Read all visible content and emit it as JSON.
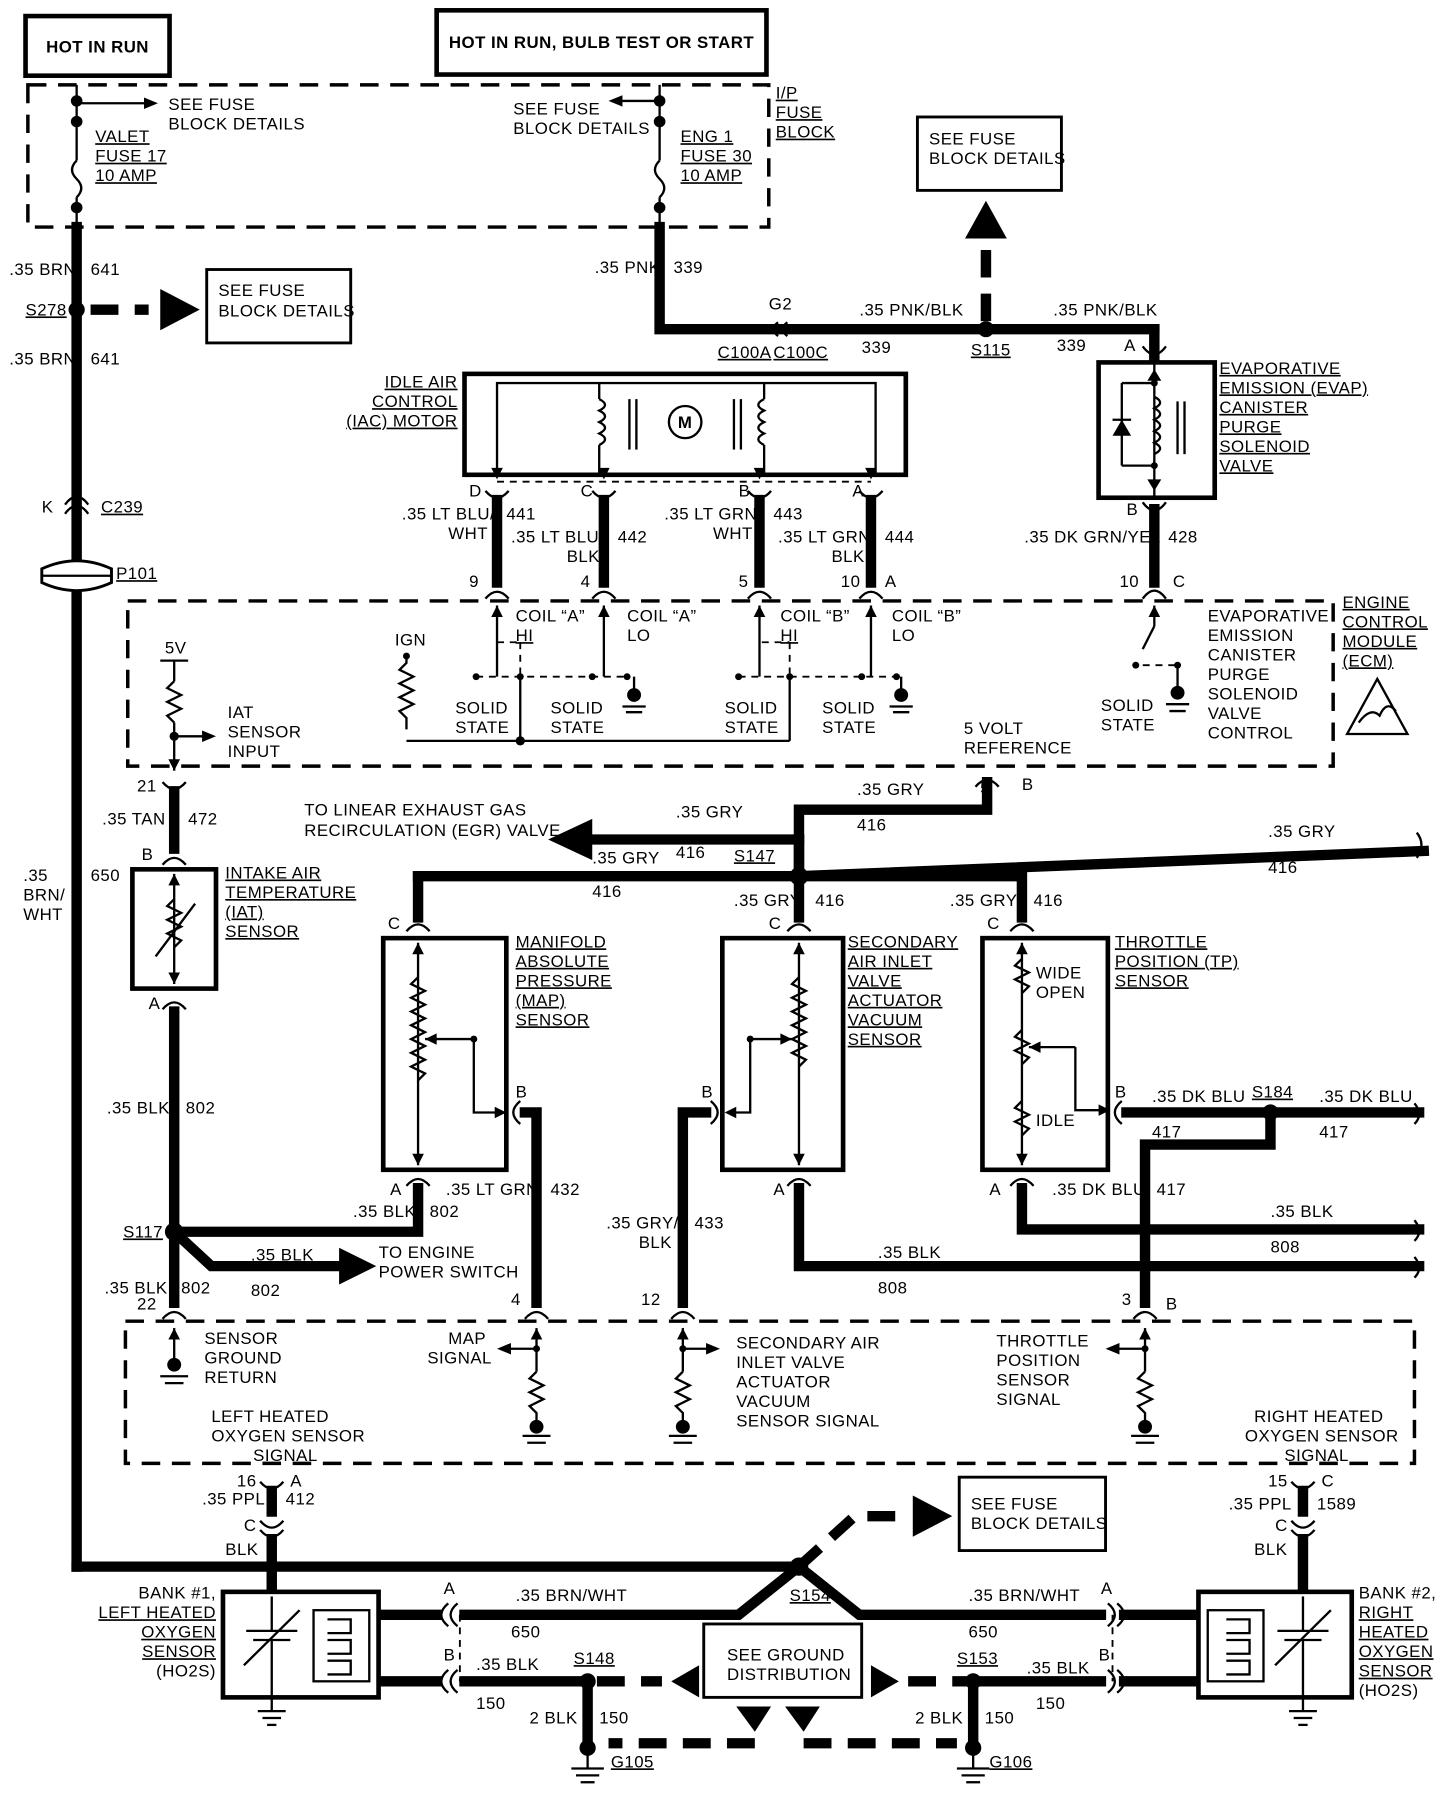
{
  "headers": {
    "hot_in_run": "HOT IN RUN",
    "hot_in_run_bulb": "HOT IN RUN, BULB TEST OR START"
  },
  "fuse_block": {
    "see_fuse_1": "SEE FUSE",
    "see_fuse_1b": "BLOCK DETAILS",
    "see_fuse_2": "SEE FUSE",
    "see_fuse_2b": "BLOCK DETAILS",
    "valet_1": "VALET",
    "valet_2": "FUSE 17",
    "valet_3": "10 AMP",
    "eng_1": "ENG 1",
    "eng_2": "FUSE 30",
    "eng_3": "10 AMP",
    "ip_1": "I/P",
    "ip_2": "FUSE",
    "ip_3": "BLOCK"
  },
  "boxes": {
    "see_fuse_a1": "SEE FUSE",
    "see_fuse_a2": "BLOCK DETAILS",
    "see_fuse_b1": "SEE FUSE",
    "see_fuse_b2": "BLOCK DETAILS",
    "see_fuse_c1": "SEE FUSE",
    "see_fuse_c2": "BLOCK DETAILS",
    "ground_1": "SEE GROUND",
    "ground_2": "DISTRIBUTION"
  },
  "wires": {
    "w_35brn_1": ".35 BRN",
    "n641_1": "641",
    "w_35brn_2": ".35 BRN",
    "n641_2": "641",
    "w_35pnk": ".35 PNK",
    "n339_1": "339",
    "w_35pnkblk_1": ".35 PNK/BLK",
    "n339_2": "339",
    "w_35pnkblk_2": ".35 PNK/BLK",
    "n339_3": "339",
    "w_ltblu_wht_1": ".35 LT BLU/",
    "w_ltblu_wht_2": "WHT",
    "n441": "441",
    "w_ltblu_blk_1": ".35 LT BLU/",
    "w_ltblu_blk_2": "BLK",
    "n442": "442",
    "w_ltgrn_wht_1": ".35 LT GRN/",
    "w_ltgrn_wht_2": "WHT",
    "n443": "443",
    "w_ltgrn_blk_1": ".35 LT GRN/",
    "w_ltgrn_blk_2": "BLK",
    "n444": "444",
    "w_dkgrnyel": ".35 DK GRN/YEL",
    "n428": "428",
    "w_35tan": ".35 TAN",
    "n472": "472",
    "w_35_a": ".35",
    "w_brn_a": "BRN/",
    "w_wht_a": "WHT",
    "n650_a": "650",
    "w_gry_1": ".35 GRY",
    "n416_1": "416",
    "w_gry_2": ".35 GRY",
    "n416_2": "416",
    "w_gry_3": ".35 GRY",
    "n416_3": "416",
    "w_gry_4": ".35 GRY",
    "n416_4": "416",
    "w_gry_5": ".35 GRY",
    "n416_5": "416",
    "w_gry_6": ".35 GRY",
    "n416_6": "416",
    "w_blk_802_a": ".35 BLK",
    "n802_a": "802",
    "w_blk_802_b": ".35 BLK",
    "n802_b": "802",
    "w_blk_802_c": ".35 BLK",
    "n802_c": "802",
    "w_blk_802_d": ".35 BLK",
    "n802_d": "802",
    "w_ltgrn": ".35 LT GRN",
    "n432": "432",
    "w_gryblk_1": ".35 GRY/",
    "w_gryblk_2": "BLK",
    "n433": "433",
    "w_blk_808_a": ".35 BLK",
    "n808_a": "808",
    "w_blk_808_b": ".35 BLK",
    "n808_b": "808",
    "w_dkblu_1": ".35 DK BLU",
    "n417_1": "417",
    "w_dkblu_2": ".35 DK BLU",
    "n417_2": "417",
    "w_dkblu_3": ".35 DK BLU",
    "n417_3": "417",
    "w_ppl_1": ".35 PPL",
    "n412": "412",
    "w_ppl_2": ".35 PPL",
    "n1589": "1589",
    "w_brnwht_1": ".35 BRN/WHT",
    "n650_b": "650",
    "w_brnwht_2": ".35 BRN/WHT",
    "n650_c": "650",
    "w_blk150_1": ".35 BLK",
    "n150_1": "150",
    "w_blk150_2": ".35 BLK",
    "n150_2": "150",
    "w_2blk_1": "2 BLK",
    "n150_3": "150",
    "w_2blk_2": "2 BLK",
    "n150_4": "150",
    "blk_l": "BLK",
    "blk_r": "BLK"
  },
  "splices": {
    "s278": "S278",
    "s115": "S115",
    "s147": "S147",
    "s117": "S117",
    "s184": "S184",
    "s154": "S154",
    "s148": "S148",
    "s153": "S153",
    "g105": "G105",
    "g106": "G106",
    "c239": "C239",
    "p101": "P101",
    "g2": "G2",
    "c100a": "C100A",
    "c100c": "C100C"
  },
  "pins": {
    "k": "K",
    "a_evap": "A",
    "b_evap": "B",
    "d": "D",
    "c": "C",
    "b": "B",
    "a": "A",
    "p9": "9",
    "p4": "4",
    "p5": "5",
    "p10": "10",
    "pa": "A",
    "p10b": "10",
    "pc": "C",
    "p21": "21",
    "pb_iat": "B",
    "pa_iat": "A",
    "p5b": "5",
    "pb5": "B",
    "pc_map": "C",
    "pb_map": "B",
    "pa_map": "A",
    "pc_sec": "C",
    "pb_sec": "B",
    "pa_sec": "A",
    "pc_tp": "C",
    "pb_tp": "B",
    "pa_tp": "A",
    "p22": "22",
    "p4b": "4",
    "p12": "12",
    "p3": "3",
    "pB3": "B",
    "p16": "16",
    "pA16": "A",
    "pC16": "C",
    "p15": "15",
    "pC15": "C",
    "pC15b": "C",
    "pA_l": "A",
    "pB_l": "B",
    "pA_r": "A",
    "pB_r": "B"
  },
  "components": {
    "iac_1": "IDLE AIR",
    "iac_2": "CONTROL",
    "iac_3": "(IAC) MOTOR",
    "motor": "M",
    "evap_1": "EVAPORATIVE",
    "evap_2": "EMISSION (EVAP)",
    "evap_3": "CANISTER",
    "evap_4": "PURGE",
    "evap_5": "SOLENOID",
    "evap_6": "VALVE",
    "ecm_1": "ENGINE",
    "ecm_2": "CONTROL",
    "ecm_3": "MODULE",
    "ecm_4": "(ECM)",
    "coil_a_hi_1": "COIL “A”",
    "coil_a_hi_2": "HI",
    "coil_a_lo_1": "COIL “A”",
    "coil_a_lo_2": "LO",
    "coil_b_hi_1": "COIL “B”",
    "coil_b_hi_2": "HI",
    "coil_b_lo_1": "COIL “B”",
    "coil_b_lo_2": "LO",
    "ign": "IGN",
    "v5": "5V",
    "iat_in_1": "IAT",
    "iat_in_2": "SENSOR",
    "iat_in_3": "INPUT",
    "ss1a": "SOLID",
    "ss1b": "STATE",
    "ss2a": "SOLID",
    "ss2b": "STATE",
    "ss3a": "SOLID",
    "ss3b": "STATE",
    "ss4a": "SOLID",
    "ss4b": "STATE",
    "ss5a": "SOLID",
    "ss5b": "STATE",
    "evc_1": "EVAPORATIVE",
    "evc_2": "EMISSION",
    "evc_3": "CANISTER",
    "evc_4": "PURGE",
    "evc_5": "SOLENOID",
    "evc_6": "VALVE",
    "evc_7": "CONTROL",
    "vref_1": "5 VOLT",
    "vref_2": "REFERENCE",
    "egr_1": "TO LINEAR EXHAUST GAS",
    "egr_2": "RECIRCULATION (EGR) VALVE",
    "iat_1": "INTAKE AIR",
    "iat_2": "TEMPERATURE",
    "iat_3": "(IAT)",
    "iat_4": "SENSOR",
    "map_1": "MANIFOLD",
    "map_2": "ABSOLUTE",
    "map_3": "PRESSURE",
    "map_4": "(MAP)",
    "map_5": "SENSOR",
    "sec_1": "SECONDARY",
    "sec_2": "AIR INLET",
    "sec_3": "VALVE",
    "sec_4": "ACTUATOR",
    "sec_5": "VACUUM",
    "sec_6": "SENSOR",
    "tp_1": "THROTTLE",
    "tp_2": "POSITION (TP)",
    "tp_3": "SENSOR",
    "wide_1": "WIDE",
    "wide_2": "OPEN",
    "idle": "IDLE",
    "eps_1": "TO ENGINE",
    "eps_2": "POWER SWITCH",
    "sgr_1": "SENSOR",
    "sgr_2": "GROUND",
    "sgr_3": "RETURN",
    "mapsig_1": "MAP",
    "mapsig_2": "SIGNAL",
    "secsig_1": "SECONDARY AIR",
    "secsig_2": "INLET VALVE",
    "secsig_3": "ACTUATOR",
    "secsig_4": "VACUUM",
    "secsig_5": "SENSOR SIGNAL",
    "tpsig_1": "THROTTLE",
    "tpsig_2": "POSITION",
    "tpsig_3": "SENSOR",
    "tpsig_4": "SIGNAL",
    "lho2_1": "LEFT HEATED",
    "lho2_2": "OXYGEN SENSOR",
    "lho2_3": "SIGNAL",
    "rho2_1": "RIGHT HEATED",
    "rho2_2": "OXYGEN SENSOR",
    "rho2_3": "SIGNAL",
    "bank1_1": "BANK #1,",
    "bank1_2": "LEFT HEATED",
    "bank1_3": "OXYGEN",
    "bank1_4": "SENSOR",
    "bank1_5": "(HO2S)",
    "bank2_1": "BANK #2,",
    "bank2_2": "RIGHT",
    "bank2_3": "HEATED",
    "bank2_4": "OXYGEN",
    "bank2_5": "SENSOR",
    "bank2_6": "(HO2S)"
  }
}
